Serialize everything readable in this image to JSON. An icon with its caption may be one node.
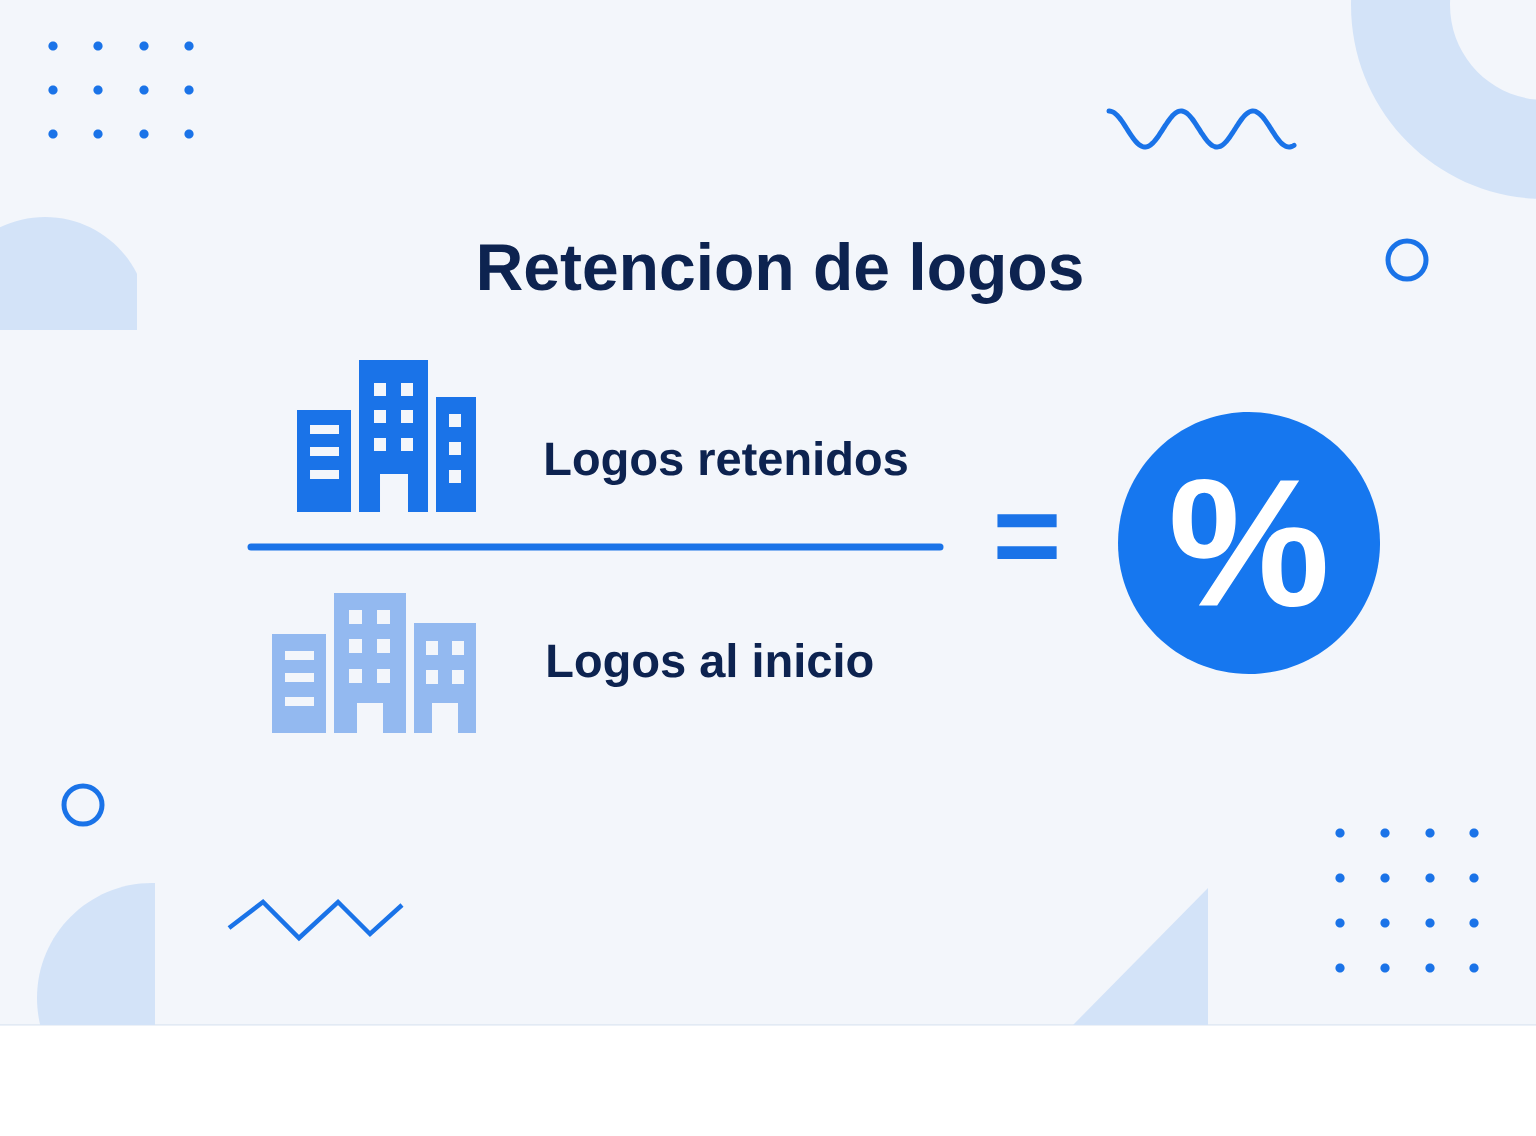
{
  "diagram": {
    "title": "Retencion de logos",
    "nodes": [
      {
        "text": [
          "%"
        ]
      }
    ],
    "labels": [
      "Logos retenidos",
      "=",
      "Logos al inicio"
    ]
  }
}
